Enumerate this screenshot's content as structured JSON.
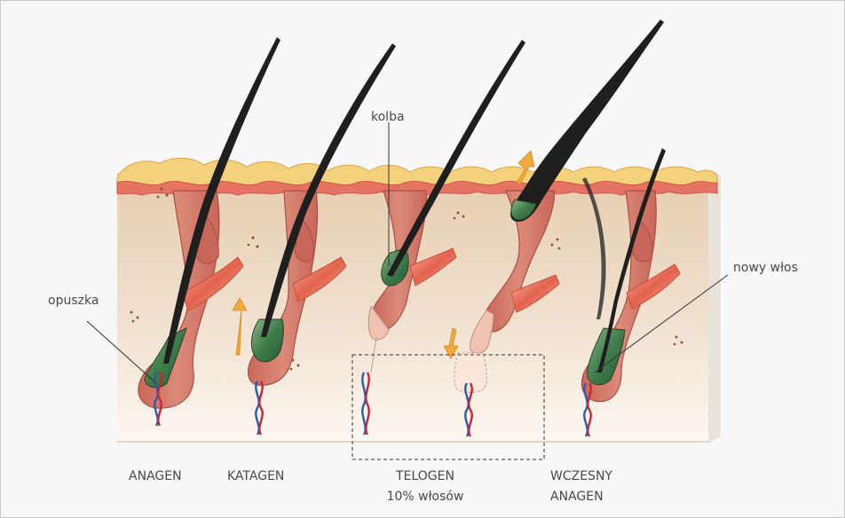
{
  "labels": {
    "bulb": "opuszka",
    "club": "kolba",
    "new_hair": "nowy włos",
    "anagen": "ANAGEN",
    "catagen": "KATAGEN",
    "telogen": "TELOGEN",
    "telogen_pct": "10% włosów",
    "early_anagen_1": "WCZESNY",
    "early_anagen_2": "ANAGEN"
  },
  "colors": {
    "background": "#f7f7f7",
    "skin_top": "#e9d3b8",
    "skin_bottom": "#fbf5ee",
    "epidermis": "#f3d17a",
    "epidermis_red": "#e25d52",
    "sheath": "#d57a6a",
    "sheath_light": "#efc2b2",
    "muscle": "#e67a5e",
    "hair": "#1f1f1f",
    "bulb_green": "#3f7d4a",
    "arrow": "#f2a93b",
    "vessel_red": "#c3283a",
    "vessel_blue": "#2b5ca8"
  }
}
